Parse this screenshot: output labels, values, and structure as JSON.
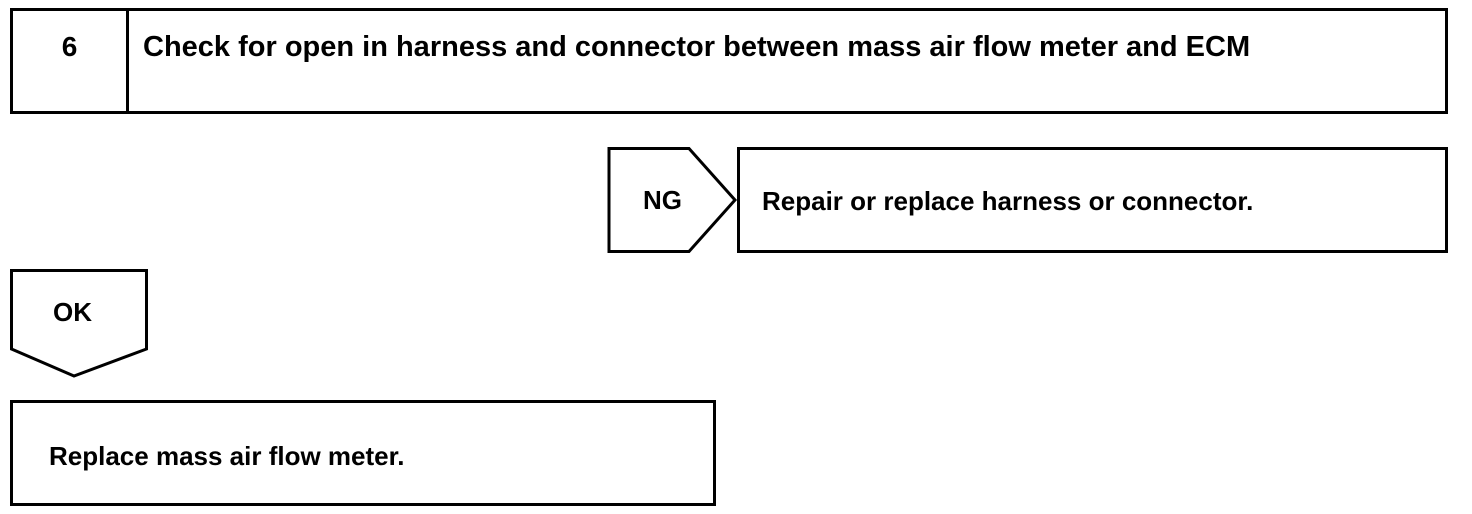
{
  "step": {
    "number": "6",
    "title": "Check for open in harness and connector between mass air flow meter and ECM"
  },
  "ng_branch": {
    "label": "NG",
    "action": "Repair or replace harness or connector."
  },
  "ok_branch": {
    "label": "OK",
    "action": "Replace mass air flow meter."
  }
}
